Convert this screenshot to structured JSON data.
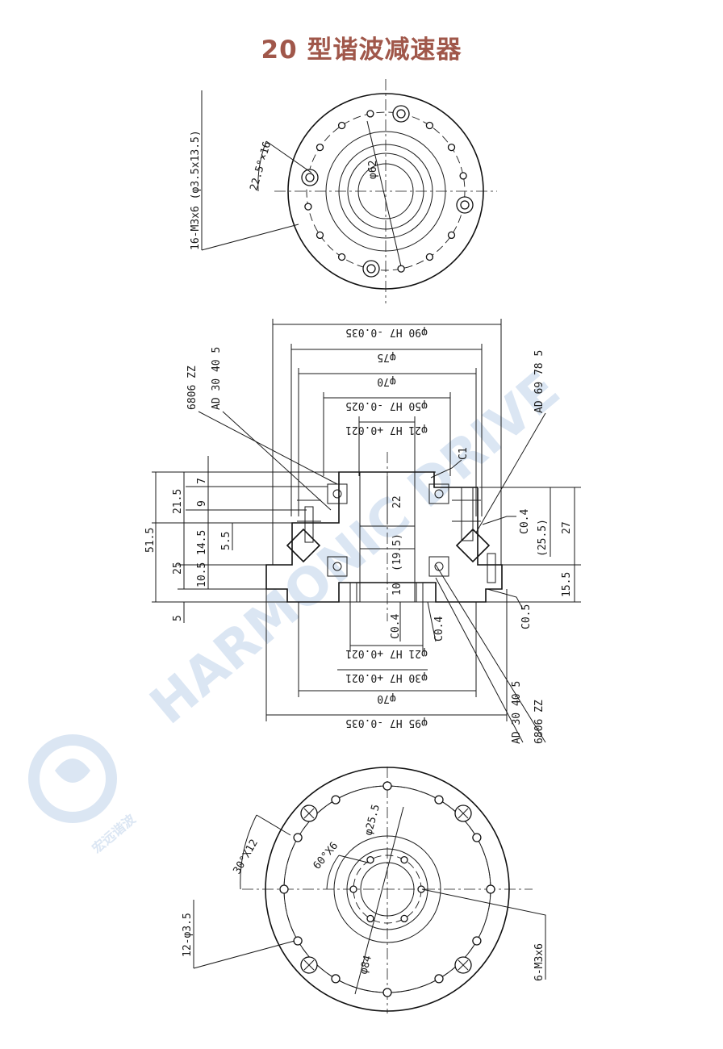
{
  "title": "20 型谐波减速器",
  "watermark": {
    "brand": "HARMONIC DRIVE",
    "logo_text": "宏远谐波",
    "color": "#dbe6f3"
  },
  "top_view": {
    "pcd_label": "φ62",
    "angle_label": "22.5°×16",
    "thread_label": "16-M3x6 (φ3.5x13.5)"
  },
  "section_view": {
    "top_dims": [
      "φ90 H7 -0.035",
      "φ75",
      "φ70",
      "φ50 H7 -0.025",
      "φ21 H7 +0.021"
    ],
    "bottom_dims": [
      "φ21 H7 +0.021",
      "φ30 H7 +0.021",
      "φ70",
      "φ95 H7 -0.035"
    ],
    "left_dims": [
      "51.5",
      "21.5",
      "7",
      "9",
      "25",
      "14.5",
      "5.5",
      "10.5",
      "5"
    ],
    "inner_dims": [
      "22",
      "(19.5)",
      "10"
    ],
    "chamfers": [
      "C1",
      "C0.4",
      "C0.4",
      "C0.4",
      "C0.5"
    ],
    "right_dims": [
      "(25.5)",
      "27",
      "15.5"
    ],
    "bearing_labels": [
      "6806 ZZ",
      "AD 30 40 5",
      "AD 69 78 5",
      "AD 30 40 5",
      "6806 ZZ"
    ]
  },
  "bottom_view": {
    "angle_12": "30°X12",
    "angle_6": "60°X6",
    "pcd_inner": "φ25.5",
    "pcd_outer": "φ84",
    "holes_12": "12-φ3.5",
    "thread_6": "6-M3x6"
  }
}
